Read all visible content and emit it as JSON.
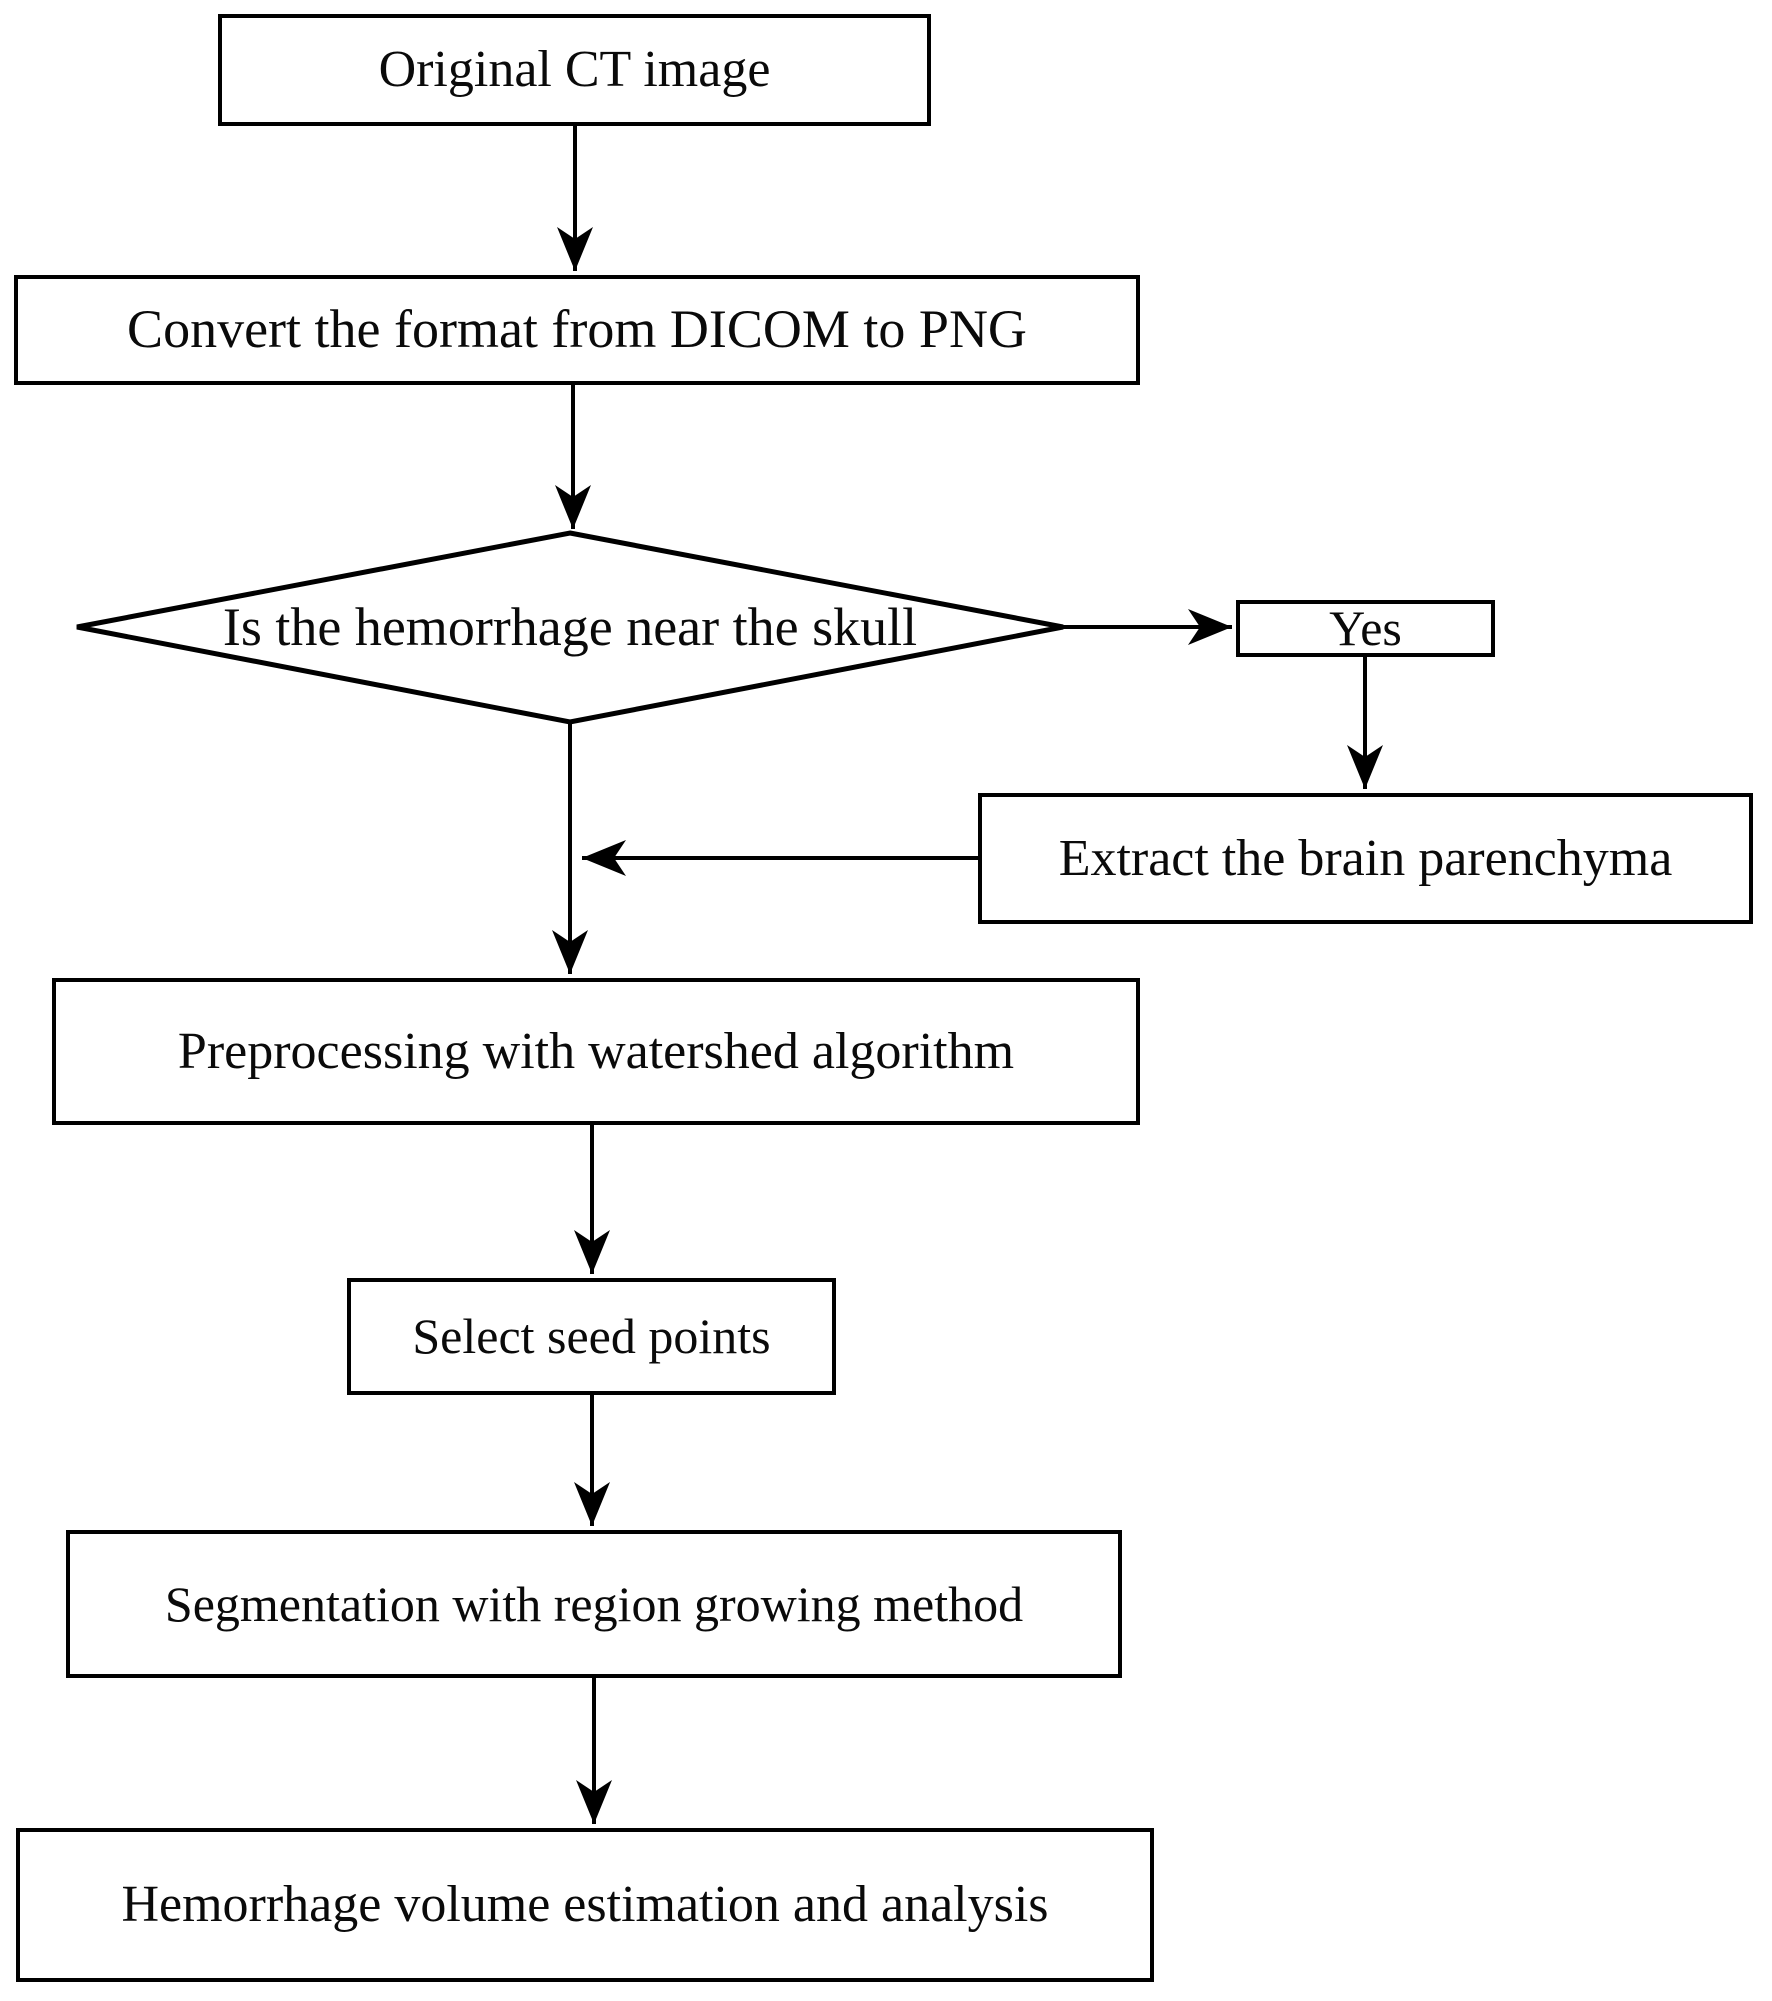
{
  "figure": {
    "type": "flowchart",
    "background_color": "#ffffff",
    "line_color": "#000000",
    "text_color": "#0a0a0a"
  },
  "nodes": {
    "original": {
      "label": "Original CT image",
      "shape": "rectangle"
    },
    "convert": {
      "label": "Convert the format from DICOM to PNG",
      "shape": "rectangle"
    },
    "decision": {
      "label": "Is the hemorrhage near the skull",
      "shape": "diamond"
    },
    "yes": {
      "label": "Yes",
      "shape": "rectangle"
    },
    "extract": {
      "label": "Extract the brain parenchyma",
      "shape": "rectangle"
    },
    "preprocess": {
      "label": "Preprocessing with watershed algorithm",
      "shape": "rectangle"
    },
    "seed": {
      "label": "Select seed points",
      "shape": "rectangle"
    },
    "segment": {
      "label": "Segmentation with region growing method",
      "shape": "rectangle"
    },
    "volume": {
      "label": "Hemorrhage volume estimation and analysis",
      "shape": "rectangle"
    }
  },
  "edges": [
    {
      "from": "original",
      "to": "convert"
    },
    {
      "from": "convert",
      "to": "decision"
    },
    {
      "from": "decision",
      "to": "yes"
    },
    {
      "from": "yes",
      "to": "extract"
    },
    {
      "from": "extract",
      "to": "spine-junction"
    },
    {
      "from": "decision",
      "to": "preprocess"
    },
    {
      "from": "preprocess",
      "to": "seed"
    },
    {
      "from": "seed",
      "to": "segment"
    },
    {
      "from": "segment",
      "to": "volume"
    }
  ]
}
